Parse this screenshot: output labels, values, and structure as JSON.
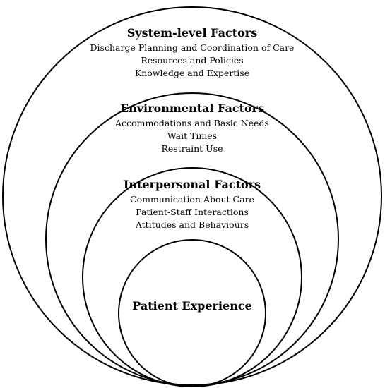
{
  "levels": [
    {
      "title": "System-level Factors",
      "items": [
        "Discharge Planning and Coordination of Care",
        "Resources and Policies",
        "Knowledge and Expertise"
      ]
    },
    {
      "title": "Environmental Factors",
      "items": [
        "Accommodations and Basic Needs",
        "Wait Times",
        "Restraint Use"
      ]
    },
    {
      "title": "Interpersonal Factors",
      "items": [
        "Communication About Care",
        "Patient-Staff Interactions",
        "Attitudes and Behaviours"
      ]
    }
  ],
  "core": {
    "label": "Patient Experience"
  }
}
